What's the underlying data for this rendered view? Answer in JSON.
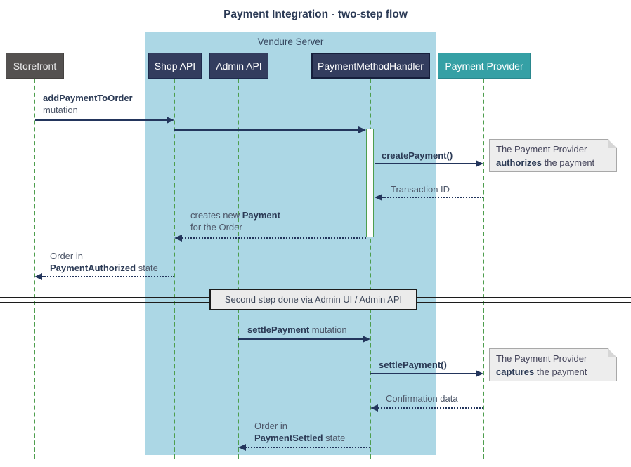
{
  "title": "Payment Integration - two-step flow",
  "colors": {
    "navy": "#333d5e",
    "navy_border": "#1e2a4d",
    "pmh_border": "#161f3c",
    "gray": "#545150",
    "gray_border": "#454240",
    "teal": "#35a0a5",
    "teal_border": "#2a878d",
    "server_bg": "#acd7e5",
    "server_text": "#36465e",
    "lifeline": "#4e9e4e",
    "arrow": "#23355c",
    "text_dark": "#2b3a55",
    "text_reg": "#4d5668",
    "note_bg": "#ededed",
    "note_border": "#a8a8a8",
    "note_text": "#44445a",
    "divider_border": "#1c1c1c",
    "divider_bg": "#ebebeb",
    "divider_text": "#3a4457"
  },
  "server": {
    "label": "Vendure Server"
  },
  "participants": {
    "storefront": {
      "label": "Storefront"
    },
    "shop_api": {
      "label": "Shop API"
    },
    "admin_api": {
      "label": "Admin API"
    },
    "payment_method_handler": {
      "label": "PaymentMethodHandler"
    },
    "payment_provider": {
      "label": "Payment Provider"
    }
  },
  "messages": {
    "m1": {
      "bold": "addPaymentToOrder",
      "rest": "mutation"
    },
    "m3": {
      "bold": "createPayment()"
    },
    "m4": {
      "text": "Transaction ID"
    },
    "m5": {
      "pre": "creates new ",
      "bold": "Payment",
      "line2": "for the Order"
    },
    "m6": {
      "line1": "Order in",
      "bold": "PaymentAuthorized",
      "rest": " state"
    },
    "m7": {
      "bold": "settlePayment",
      "rest": " mutation"
    },
    "m8": {
      "bold": "settlePayment()"
    },
    "m9": {
      "text": "Confirmation data"
    },
    "m10": {
      "line1": "Order in",
      "bold": "PaymentSettled",
      "rest": " state"
    }
  },
  "divider": {
    "label": "Second step done via Admin UI / Admin API"
  },
  "notes": {
    "note1": {
      "line1": "The Payment Provider",
      "bold": "authorizes",
      "rest": " the payment"
    },
    "note2": {
      "line1": "The Payment Provider",
      "bold": "captures",
      "rest": " the payment"
    }
  }
}
